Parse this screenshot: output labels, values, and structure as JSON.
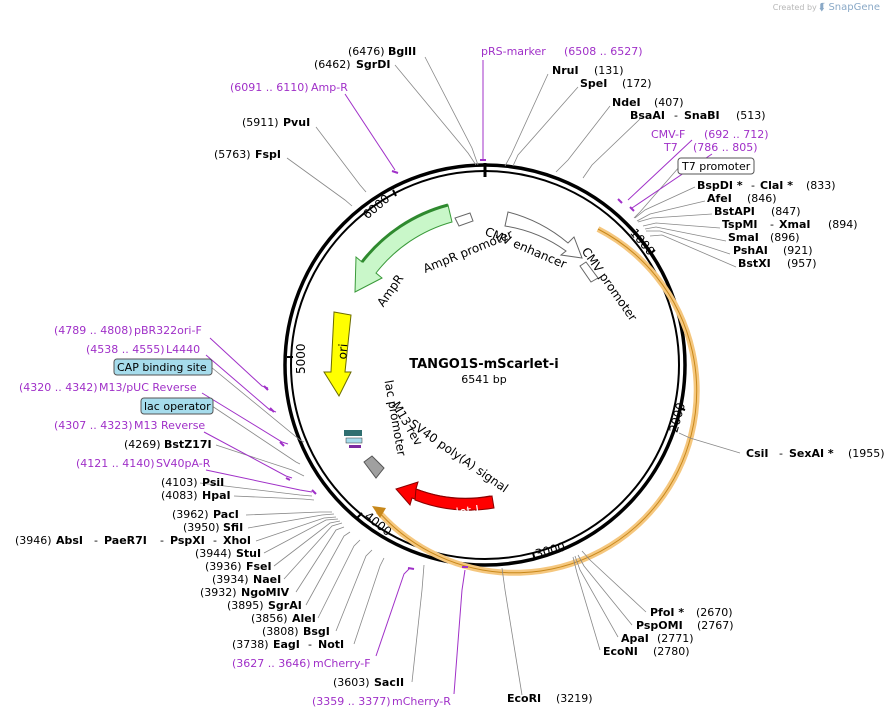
{
  "watermark": {
    "prefix": "Created by",
    "brand": "SnapGene"
  },
  "plasmid": {
    "name": "TANGO1S-mScarlet-i",
    "size": "6541 bp"
  },
  "ticks": [
    "1000",
    "2000",
    "3000",
    "4000",
    "5000",
    "6000"
  ],
  "features": {
    "ampr_promoter": "AmpR promoter",
    "cmv_enhancer": "CMV enhancer",
    "cmv_promoter": "CMV promoter",
    "ampr": "AmpR",
    "ori": "ori",
    "lac_promoter": "lac promoter",
    "m13_rev": "M13 rev",
    "sv40_polya": "SV40 poly(A) signal",
    "mscarlet": "mScarlet-I"
  },
  "boxed_labels": {
    "t7_promoter": "T7 promoter",
    "cap_site": "CAP binding site",
    "lac_operator": "lac operator"
  },
  "enzymes": [
    {
      "name": "BglII",
      "pos": "(6476)"
    },
    {
      "name": "SgrDI",
      "pos": "(6462)"
    },
    {
      "name": "NruI",
      "pos": "(131)"
    },
    {
      "name": "SpeI",
      "pos": "(172)"
    },
    {
      "name": "NdeI",
      "pos": "(407)"
    },
    {
      "name": "BsaAI",
      "sep": "-",
      "name2": "SnaBI",
      "pos": "(513)"
    },
    {
      "name": "PvuI",
      "pos": "(5911)"
    },
    {
      "name": "FspI",
      "pos": "(5763)"
    },
    {
      "name": "BspDI *",
      "sep": "-",
      "name2": "ClaI *",
      "pos": "(833)"
    },
    {
      "name": "AfeI",
      "pos": "(846)"
    },
    {
      "name": "BstAPI",
      "pos": "(847)"
    },
    {
      "name": "TspMI",
      "sep": "-",
      "name2": "XmaI",
      "pos": "(894)"
    },
    {
      "name": "SmaI",
      "pos": "(896)"
    },
    {
      "name": "PshAI",
      "pos": "(921)"
    },
    {
      "name": "BstXI",
      "pos": "(957)"
    },
    {
      "name": "CsiI",
      "sep": "-",
      "name2": "SexAI *",
      "pos": "(1955)"
    },
    {
      "name": "BstZ17I",
      "pos": "(4269)"
    },
    {
      "name": "PsiI",
      "pos": "(4103)"
    },
    {
      "name": "HpaI",
      "pos": "(4083)"
    },
    {
      "name": "PacI",
      "pos": "(3962)"
    },
    {
      "name": "SfiI",
      "pos": "(3950)"
    },
    {
      "name": "AbsI",
      "sep": "-",
      "name2": "PaeR7I",
      "sep2": "-",
      "name3": "PspXI",
      "sep3": "-",
      "name4": "XhoI",
      "pos": "(3946)"
    },
    {
      "name": "StuI",
      "pos": "(3944)"
    },
    {
      "name": "FseI",
      "pos": "(3936)"
    },
    {
      "name": "NaeI",
      "pos": "(3934)"
    },
    {
      "name": "NgoMIV",
      "pos": "(3932)"
    },
    {
      "name": "SgrAI",
      "pos": "(3895)"
    },
    {
      "name": "AleI",
      "pos": "(3856)"
    },
    {
      "name": "BsgI",
      "pos": "(3808)"
    },
    {
      "name": "EagI",
      "sep": "-",
      "name2": "NotI",
      "pos": "(3738)"
    },
    {
      "name": "SacII",
      "pos": "(3603)"
    },
    {
      "name": "EcoRI",
      "pos": "(3219)"
    },
    {
      "name": "PfoI *",
      "pos": "(2670)"
    },
    {
      "name": "PspOMI",
      "pos": "(2767)"
    },
    {
      "name": "ApaI",
      "pos": "(2771)"
    },
    {
      "name": "EcoNI",
      "pos": "(2780)"
    }
  ],
  "primers": [
    {
      "range": "(6508 .. 6527)",
      "name": "pRS-marker"
    },
    {
      "range": "(6091 .. 6110)",
      "name": "Amp-R"
    },
    {
      "range": "(692 .. 712)",
      "name": "CMV-F"
    },
    {
      "range": "(786 .. 805)",
      "name": "T7"
    },
    {
      "range": "(4789 .. 4808)",
      "name": "pBR322ori-F"
    },
    {
      "range": "(4538 .. 4555)",
      "name": "L4440"
    },
    {
      "range": "(4320 .. 4342)",
      "name": "M13/pUC Reverse"
    },
    {
      "range": "(4307 .. 4323)",
      "name": "M13 Reverse"
    },
    {
      "range": "(4121 .. 4140)",
      "name": "SV40pA-R"
    },
    {
      "range": "(3627 .. 3646)",
      "name": "mCherry-F"
    },
    {
      "range": "(3359 .. 3377)",
      "name": "mCherry-R"
    }
  ],
  "colors": {
    "ampr": "#c9f7c9",
    "ori": "#ffff00",
    "mscarlet": "#ff0000",
    "orf": "#f5c77e",
    "tag_box": "#a6dcec",
    "primer": "#a030c8"
  }
}
